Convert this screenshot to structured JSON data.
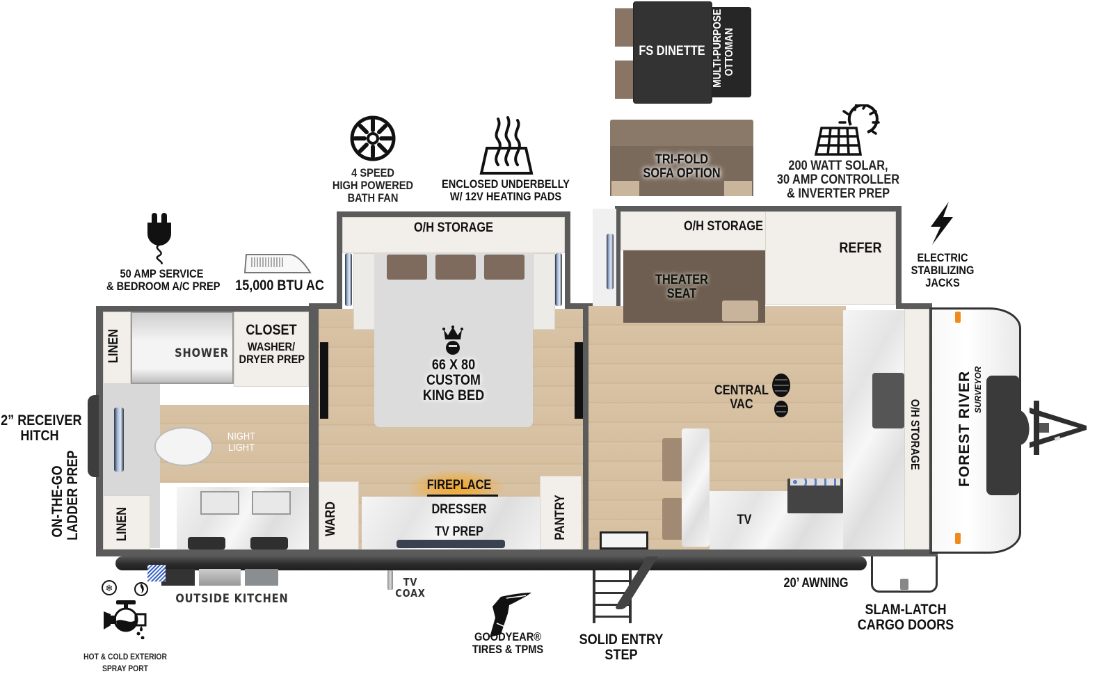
{
  "floorplan": {
    "brand": "FOREST RIVER",
    "model": "SURVEYOR",
    "colors": {
      "wall": "#5b5b5b",
      "floor": "#d6bf9f",
      "cabinet": "#f2efea",
      "dinette": "#2f2f2f",
      "sofa": "#7e6b5e",
      "fireplace_glow": "#f5a623",
      "window_blue": "#9fb5d6",
      "text": "#111111"
    },
    "options_top": {
      "dinette": "FS DINETTE",
      "ottoman_line1": "MULTI-PURPOSE",
      "ottoman_line2": "OTTOMAN",
      "sofa_line1": "TRI-FOLD",
      "sofa_line2": "SOFA OPTION"
    },
    "features": {
      "bath_fan": {
        "icon": "fan-icon",
        "lines": [
          "4 SPEED",
          "HIGH POWERED",
          "BATH FAN"
        ]
      },
      "underbelly": {
        "icon": "heat-pad-icon",
        "lines": [
          "ENCLOSED UNDERBELLY",
          "W/ 12V HEATING PADS"
        ]
      },
      "solar": {
        "icon": "solar-panel-icon",
        "lines": [
          "200 WATT SOLAR,",
          "30 AMP CONTROLLER",
          "& INVERTER PREP"
        ]
      },
      "jacks": {
        "icon": "lightning-icon",
        "lines": [
          "ELECTRIC",
          "STABILIZING",
          "JACKS"
        ]
      },
      "service": {
        "icon": "power-plug-icon",
        "lines": [
          "50 AMP SERVICE",
          "& BEDROOM A/C PREP"
        ]
      },
      "ac": {
        "icon": "ac-unit-icon",
        "label": "15,000 BTU AC"
      },
      "hitch": {
        "lines": [
          "2” RECEIVER",
          "HITCH"
        ]
      },
      "ladder": {
        "lines": [
          "ON-THE-GO",
          "LADDER PREP"
        ]
      },
      "spray_port": {
        "icon": "faucet-icon",
        "lines": [
          "HOT & COLD EXTERIOR",
          "SPRAY PORT"
        ]
      },
      "outside_kitchen": "OUTSIDE KITCHEN",
      "tv_coax": {
        "lines": [
          "TV",
          "COAX"
        ]
      },
      "tires": {
        "icon": "winged-foot-icon",
        "lines": [
          "GOODYEAR®",
          "TIRES & TPMS"
        ]
      },
      "entry_step": {
        "lines": [
          "SOLID ENTRY",
          "STEP"
        ]
      },
      "awning": "20’ AWNING",
      "cargo": {
        "lines": [
          "SLAM-LATCH",
          "CARGO DOORS"
        ]
      }
    },
    "rooms": {
      "bath": {
        "linen_top": "LINEN",
        "shower": "SHOWER",
        "closet": "CLOSET",
        "washer_line1": "WASHER/",
        "washer_line2": "DRYER PREP",
        "night_light_line1": "NIGHT",
        "night_light_line2": "LIGHT",
        "linen_bottom": "LINEN"
      },
      "bedroom": {
        "oh_storage": "O/H STORAGE",
        "bed_line1": "66 X 80",
        "bed_line2": "CUSTOM",
        "bed_line3": "KING BED",
        "fireplace": "FIREPLACE",
        "dresser": "DRESSER",
        "tv_prep": "TV PREP",
        "ward": "WARD",
        "pantry": "PANTRY"
      },
      "living": {
        "oh_storage": "O/H STORAGE",
        "refer": "REFER",
        "theater_line1": "THEATER",
        "theater_line2": "SEAT",
        "central_vac_line1": "CENTRAL",
        "central_vac_line2": "VAC",
        "tv": "TV",
        "front_oh_storage": "O/H STORAGE"
      }
    }
  }
}
